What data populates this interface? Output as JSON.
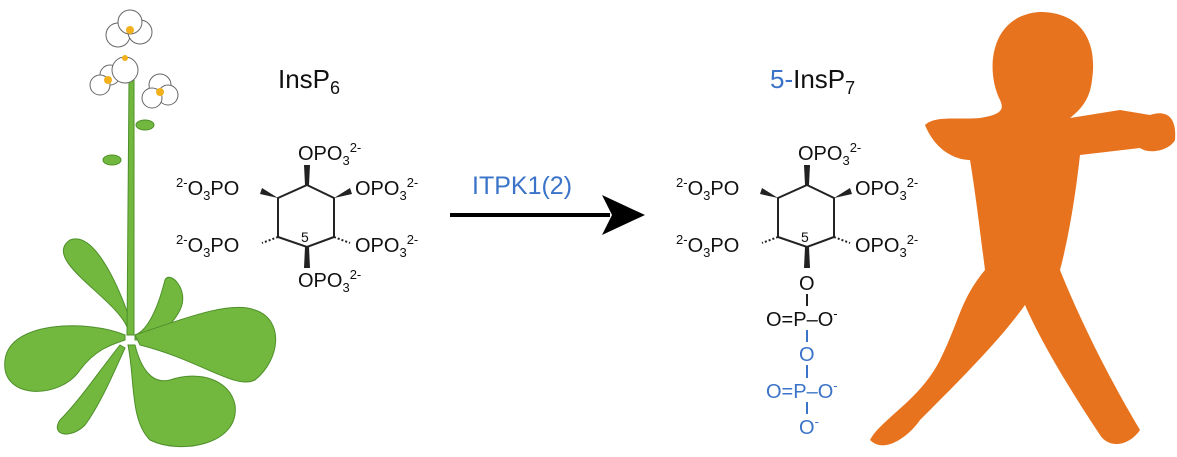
{
  "colors": {
    "accent_blue": "#3a73c8",
    "person_orange": "#e8731e",
    "plant_green": "#72b83e",
    "flower_yellow": "#f2b01c"
  },
  "left": {
    "title_main": "InsP",
    "title_sub": "6",
    "ring_position": "5"
  },
  "right": {
    "title_prefix": "5-",
    "title_main": "InsP",
    "title_sub": "7",
    "ring_position": "5"
  },
  "enzyme": "ITPK1(2)",
  "groups": {
    "right_side": {
      "main": "OPO",
      "sub": "3",
      "sup": "2-"
    },
    "left_side": {
      "sup": "2-",
      "main1": "O",
      "sub": "3",
      "main2": "PO"
    }
  },
  "chain": {
    "bridge_o": "O",
    "phosphate1": "O=P–O",
    "phosphate1_charge": "-",
    "bridge_o2": "O",
    "phosphate2": "O=P–O",
    "phosphate2_charge": "-",
    "terminal_o": "O",
    "terminal_charge": "-"
  },
  "icons": [
    "arabidopsis-plant-icon",
    "human-figure-icon",
    "reaction-arrow-icon"
  ]
}
